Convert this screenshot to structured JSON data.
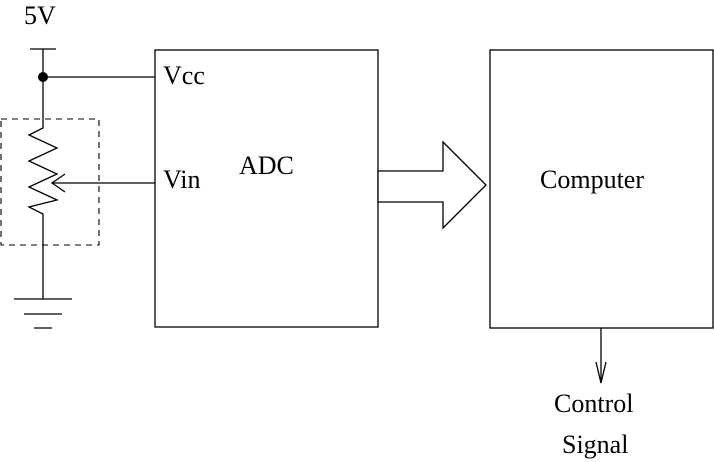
{
  "labels": {
    "supply": "5V",
    "vcc": "Vcc",
    "vin": "Vin",
    "adc": "ADC",
    "computer": "Computer",
    "output_line1": "Control",
    "output_line2": "Signal"
  },
  "colors": {
    "ink": "#000000",
    "background": "#ffffff"
  },
  "icons": {
    "potentiometer": "potentiometer-icon",
    "ground": "ground-icon",
    "junction": "junction-dot-icon",
    "bus_arrow": "block-arrow-icon",
    "output_arrow": "arrow-down-icon"
  }
}
